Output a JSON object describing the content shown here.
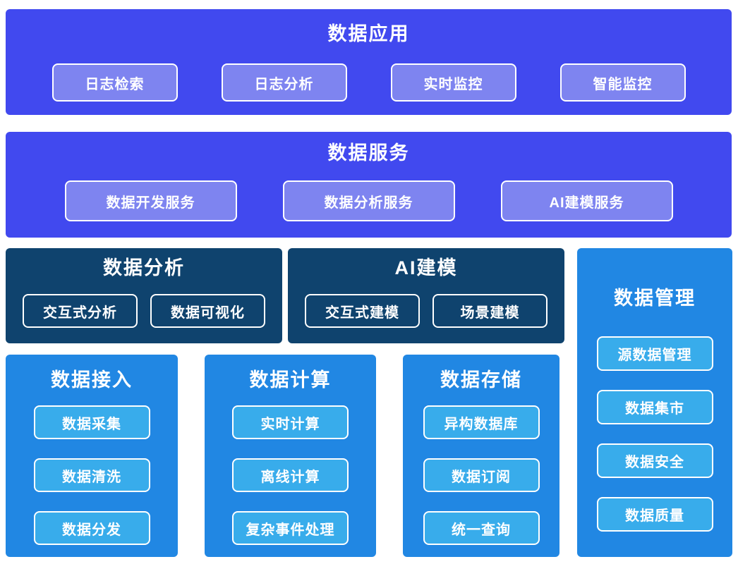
{
  "colors": {
    "indigo_band": "#4149ef",
    "indigo_chip": "#7e84f0",
    "navy_panel": "#0f436e",
    "blue_panel": "#2187e3",
    "blue_chip": "#38aceb",
    "text": "#ffffff"
  },
  "sections": {
    "data_application": {
      "title": "数据应用",
      "items": [
        "日志检索",
        "日志分析",
        "实时监控",
        "智能监控"
      ]
    },
    "data_service": {
      "title": "数据服务",
      "items": [
        "数据开发服务",
        "数据分析服务",
        "AI建模服务"
      ]
    },
    "data_analysis": {
      "title": "数据分析",
      "items": [
        "交互式分析",
        "数据可视化"
      ]
    },
    "ai_modeling": {
      "title": "AI建模",
      "items": [
        "交互式建模",
        "场景建模"
      ]
    },
    "data_management": {
      "title": "数据管理",
      "items": [
        "源数据管理",
        "数据集市",
        "数据安全",
        "数据质量"
      ]
    },
    "data_access": {
      "title": "数据接入",
      "items": [
        "数据采集",
        "数据清洗",
        "数据分发"
      ]
    },
    "data_computing": {
      "title": "数据计算",
      "items": [
        "实时计算",
        "离线计算",
        "复杂事件处理"
      ]
    },
    "data_storage": {
      "title": "数据存储",
      "items": [
        "异构数据库",
        "数据订阅",
        "统一查询"
      ]
    }
  }
}
